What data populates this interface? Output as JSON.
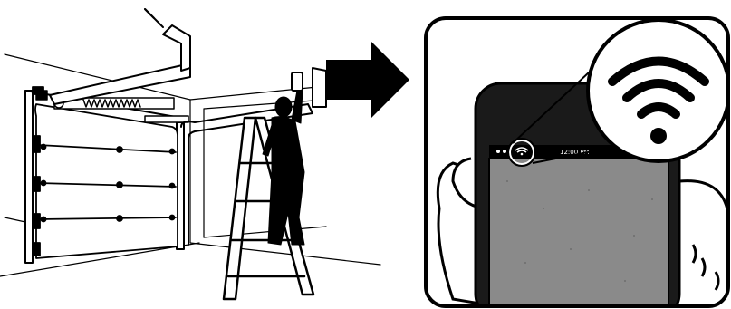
{
  "illustration": {
    "left_panel": {
      "subject": "garage-door-opener-installation",
      "icons": [
        "garage-door-icon",
        "ladder-icon",
        "person-icon",
        "opener-rail-icon"
      ]
    },
    "arrow": {
      "icon": "right-arrow-icon",
      "color": "#000000"
    },
    "right_panel": {
      "subject": "smartphone-wifi",
      "icons": [
        "smartphone-icon",
        "wifi-icon",
        "magnifier-icon",
        "hand-icon"
      ],
      "status_bar_time": "12:00 PM"
    },
    "colors": {
      "ink": "#000000",
      "paper": "#ffffff",
      "screen": "#8a8a8a",
      "phone_body": "#1a1a1a"
    }
  }
}
